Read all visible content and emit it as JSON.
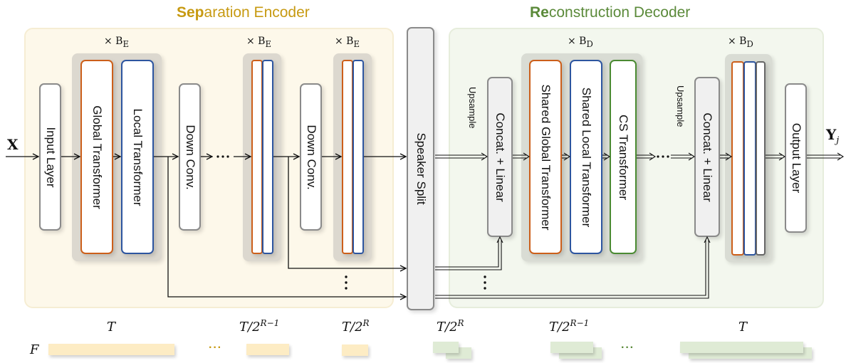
{
  "encoder": {
    "title_bold": "Sep",
    "title_rest": "aration Encoder",
    "repeat_label": "× B",
    "repeat_sub": "E",
    "input_layer": "Input Layer",
    "global_transformer": "Global Transformer",
    "local_transformer": "Local Transformer",
    "down_conv": "Down Conv.",
    "ellipsis": "⋯",
    "vdots": "⋮"
  },
  "split": {
    "label": "Speaker Split"
  },
  "decoder": {
    "title_bold": "Re",
    "title_rest": "construction Decoder",
    "repeat_label": "× B",
    "repeat_sub": "D",
    "upsample": "Upsample",
    "concat_linear": "Concat. + Linear",
    "shared_global": "Shared Global Transformer",
    "shared_local": "Shared Local Transformer",
    "cs_transformer": "CS Transformer",
    "output_layer": "Output Layer",
    "ellipsis": "⋯",
    "vdots": "⋮"
  },
  "io": {
    "input": "X",
    "output": "Y",
    "output_sub": "j"
  },
  "feature_maps": {
    "freq_label": "F",
    "encoder": [
      {
        "label": "T",
        "sup": ""
      },
      {
        "label": "T/2",
        "sup": "R−1"
      },
      {
        "label": "T/2",
        "sup": "R"
      }
    ],
    "decoder": [
      {
        "label": "T/2",
        "sup": "R"
      },
      {
        "label": "T/2",
        "sup": "R−1"
      },
      {
        "label": "T",
        "sup": ""
      }
    ],
    "ellipsis": "···"
  },
  "colors": {
    "encoder_accent": "#c79a12",
    "decoder_accent": "#5b8a3a",
    "global": "#cc5f1a",
    "local": "#2d55a0",
    "cs": "#4a8a32"
  }
}
